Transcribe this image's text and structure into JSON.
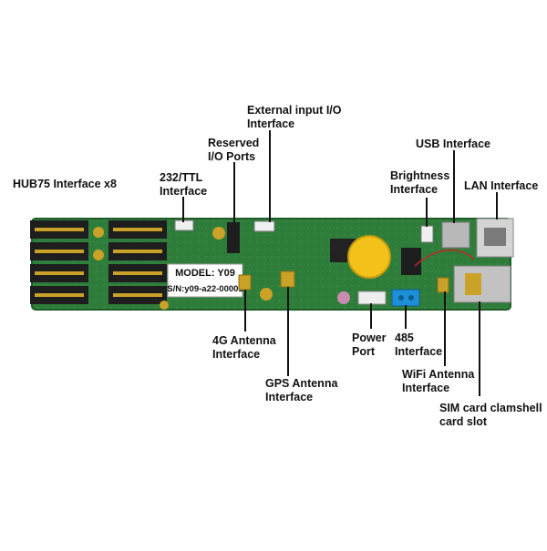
{
  "board": {
    "model_text": "MODEL: Y09",
    "serial_text": "S/N:y09-a22-00001"
  },
  "labels": {
    "hub75": [
      "HUB75 Interface x8"
    ],
    "ttl232": [
      "232/TTL",
      "Interface"
    ],
    "reserved_io": [
      "Reserved",
      "I/O Ports"
    ],
    "external_io": [
      "External input I/O",
      "Interface"
    ],
    "usb": [
      "USB Interface"
    ],
    "brightness": [
      "Brightness",
      "Interface"
    ],
    "lan": [
      "LAN Interface"
    ],
    "antenna_4g": [
      "4G Antenna",
      "Interface"
    ],
    "gps_antenna": [
      "GPS Antenna",
      "Interface"
    ],
    "power_port": [
      "Power",
      "Port"
    ],
    "rs485": [
      "485",
      "Interface"
    ],
    "wifi_antenna": [
      "WiFi Antenna",
      "Interface"
    ],
    "sim_slot": [
      "SIM card clamshell",
      "card slot"
    ]
  },
  "colors": {
    "pcb": "#2f7d3a",
    "pcb_dark": "#1f5c29",
    "connector": "#1e1e1e",
    "gold": "#c9a227",
    "coin_cell": "#f2c21b",
    "terminal_blue": "#1c8fd6",
    "metal": "#b8b8b8"
  }
}
